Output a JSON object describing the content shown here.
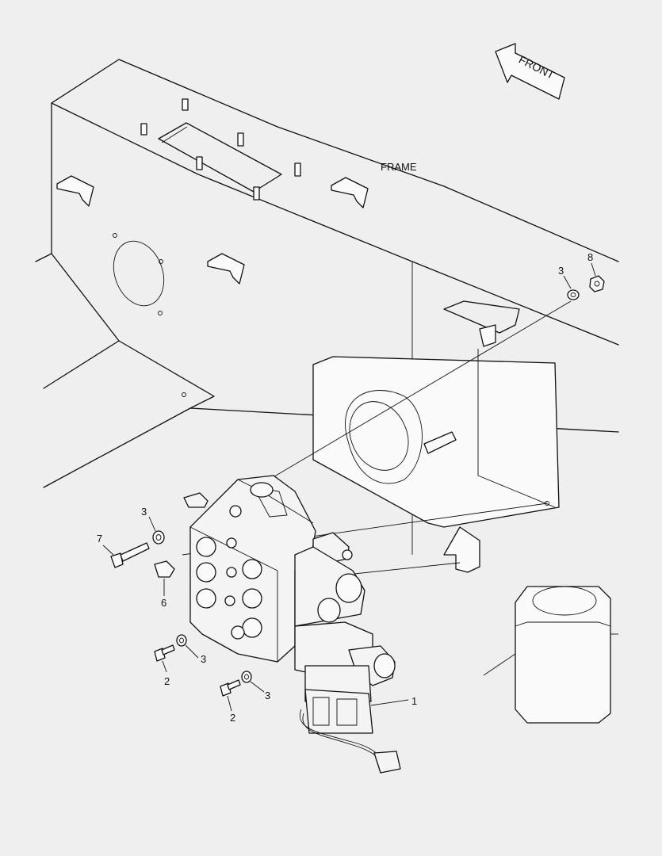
{
  "diagram": {
    "frame_label": "FRAME",
    "front_label": "FRONT",
    "callouts": {
      "c1": "1",
      "c2a": "2",
      "c2b": "2",
      "c3a": "3",
      "c3b": "3",
      "c3c": "3",
      "c3d": "3",
      "c6": "6",
      "c7": "7",
      "c8": "8"
    }
  }
}
